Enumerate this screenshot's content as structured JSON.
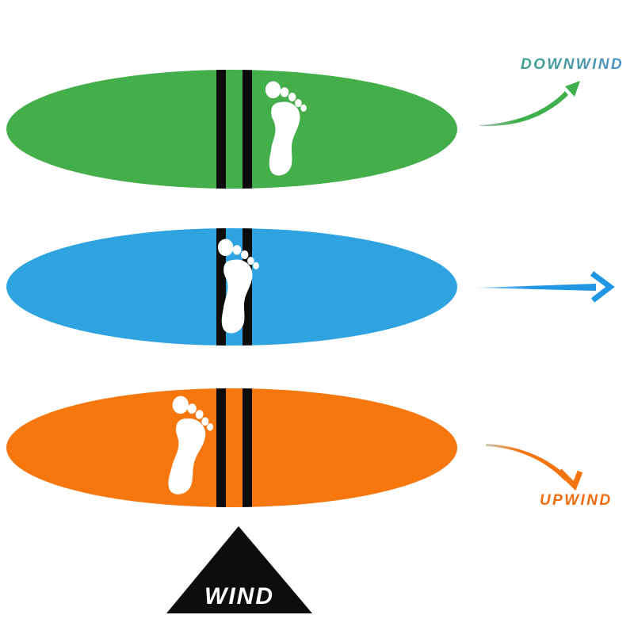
{
  "labels": {
    "downwind": "DOWNWIND",
    "upwind": "UPWIND",
    "wind": "WIND"
  },
  "boards": [
    {
      "name": "downwind-board",
      "color": "#44ae4b",
      "foot_position": "behind stripes (right side)",
      "arrow": "curved up-right"
    },
    {
      "name": "crosswind-board",
      "color": "#2fa3df",
      "foot_position": "on stripes (center)",
      "arrow": "straight right"
    },
    {
      "name": "upwind-board",
      "color": "#f5770e",
      "foot_position": "ahead of stripes (left side)",
      "arrow": "curved down-right"
    }
  ],
  "colors": {
    "board_green": "#44ae4b",
    "board_blue": "#2fa3df",
    "board_orange": "#f5770e",
    "stripe": "#0c0c0c",
    "footprint": "#ffffff",
    "arrow_green": "#3faf4c",
    "arrow_green_tail": "#bcc1bd",
    "arrow_blue": "#2196e3",
    "arrow_blue_tail": "#a9d9f5",
    "arrow_orange": "#f4740f",
    "arrow_orange_tail": "#cfc6b8",
    "downwind_text_gradient": "linear-gradient(90deg, #3f9f8d, #4b92c3)",
    "upwind_text": "#f26c0d",
    "wind_triangle": "#0d0d0d",
    "wind_text": "#ffffff"
  }
}
